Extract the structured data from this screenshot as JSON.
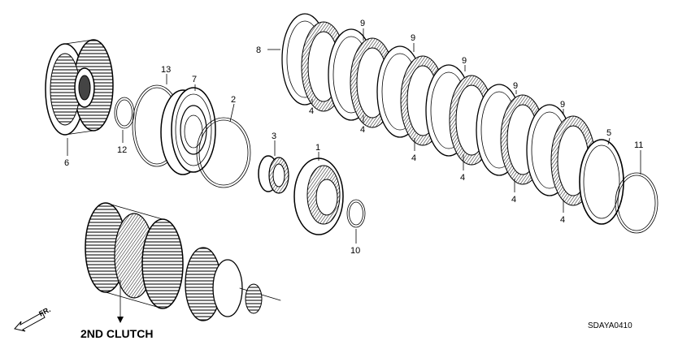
{
  "labels": {
    "p1": "1",
    "p2": "2",
    "p3": "3",
    "p4": "4",
    "p5": "5",
    "p6": "6",
    "p7": "7",
    "p8": "8",
    "p9": "9",
    "p10": "10",
    "p11": "11",
    "p12": "12",
    "p13": "13"
  },
  "assembly_title": "2ND CLUTCH",
  "front_indicator": "FR.",
  "diagram_code": "SDAYA0410"
}
